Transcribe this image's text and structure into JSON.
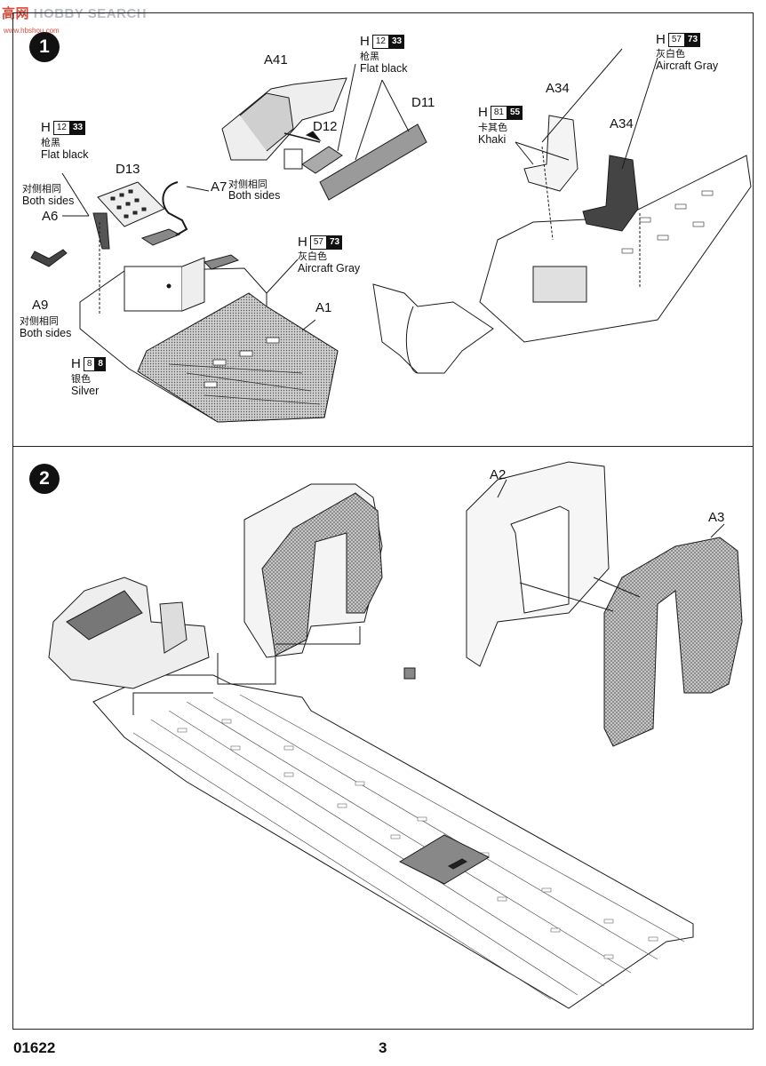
{
  "watermark": {
    "text_a": "高",
    "text_b": "网",
    "text_c": "HOBBY SEARCH",
    "sub": "www.hbshou.com"
  },
  "steps": [
    {
      "number": "1",
      "labels": {
        "a41": "A41",
        "d11": "D11",
        "d12": "D12",
        "d13": "D13",
        "a34_left": "A34",
        "a34_right": "A34",
        "a7": "A7",
        "a7_cn": "对侧相同",
        "a7_en": "Both sides",
        "a6": "A6",
        "a6_cn": "对侧相同",
        "a6_en": "Both sides",
        "a9": "A9",
        "a9_cn": "对侧相同",
        "a9_en": "Both sides",
        "a1": "A1"
      },
      "paints": [
        {
          "key": "flat_black_top",
          "letter": "H",
          "code": "12",
          "alt": "33",
          "cn": "枪黑",
          "en": "Flat black"
        },
        {
          "key": "flat_black_left",
          "letter": "H",
          "code": "12",
          "alt": "33",
          "cn": "枪黑",
          "en": "Flat black"
        },
        {
          "key": "aircraft_gray_right",
          "letter": "H",
          "code": "57",
          "alt": "73",
          "cn": "灰白色",
          "en": "Aircraft Gray"
        },
        {
          "key": "khaki",
          "letter": "H",
          "code": "81",
          "alt": "55",
          "cn": "卡其色",
          "en": "Khaki"
        },
        {
          "key": "aircraft_gray_mid",
          "letter": "H",
          "code": "57",
          "alt": "73",
          "cn": "灰白色",
          "en": "Aircraft Gray"
        },
        {
          "key": "silver",
          "letter": "H",
          "code": "8",
          "alt": "8",
          "cn": "银色",
          "en": "Silver"
        }
      ]
    },
    {
      "number": "2",
      "labels": {
        "a2": "A2",
        "a3": "A3"
      }
    }
  ],
  "footer": {
    "catalog": "01622",
    "page": "3"
  },
  "colors": {
    "line": "#1a1a1a",
    "hatch": "#7a7a7a",
    "shade": "#bdbdbd",
    "dark": "#4a4a4a"
  }
}
